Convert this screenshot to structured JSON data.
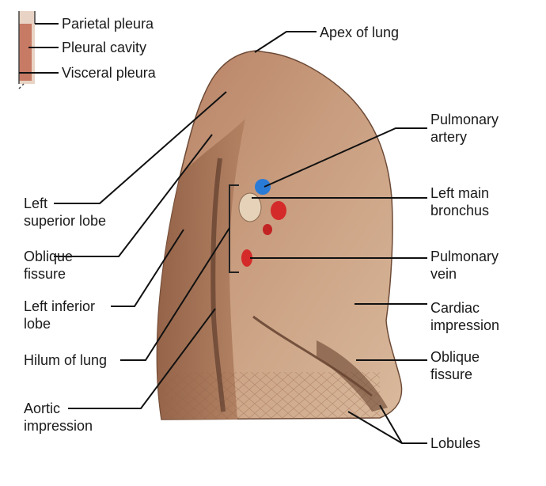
{
  "inset_labels": {
    "parietal_pleura": "Parietal pleura",
    "pleural_cavity": "Pleural cavity",
    "visceral_pleura": "Visceral pleura"
  },
  "labels": {
    "apex_of_lung": "Apex of lung",
    "pulmonary_artery": [
      "Pulmonary",
      "artery"
    ],
    "left_main_bronchus": [
      "Left main",
      "bronchus"
    ],
    "pulmonary_vein": [
      "Pulmonary",
      "vein"
    ],
    "cardiac_impression": [
      "Cardiac",
      "impression"
    ],
    "oblique_fissure_right": [
      "Oblique",
      "fissure"
    ],
    "lobules": "Lobules",
    "left_superior_lobe": [
      "Left",
      "superior lobe"
    ],
    "oblique_fissure_left": [
      "Oblique",
      "fissure"
    ],
    "left_inferior_lobe": [
      "Left inferior",
      "lobe"
    ],
    "hilum_of_lung": "Hilum of lung",
    "aortic_impression": [
      "Aortic",
      "impression"
    ]
  },
  "colors": {
    "lung_tissue": "#b98a6a",
    "lung_shadow": "#7a5138",
    "artery_marker": "#2a7bd6",
    "vein_marker": "#d42a2a",
    "inset_tissue": "#c9836d",
    "leader_line": "#111111"
  }
}
